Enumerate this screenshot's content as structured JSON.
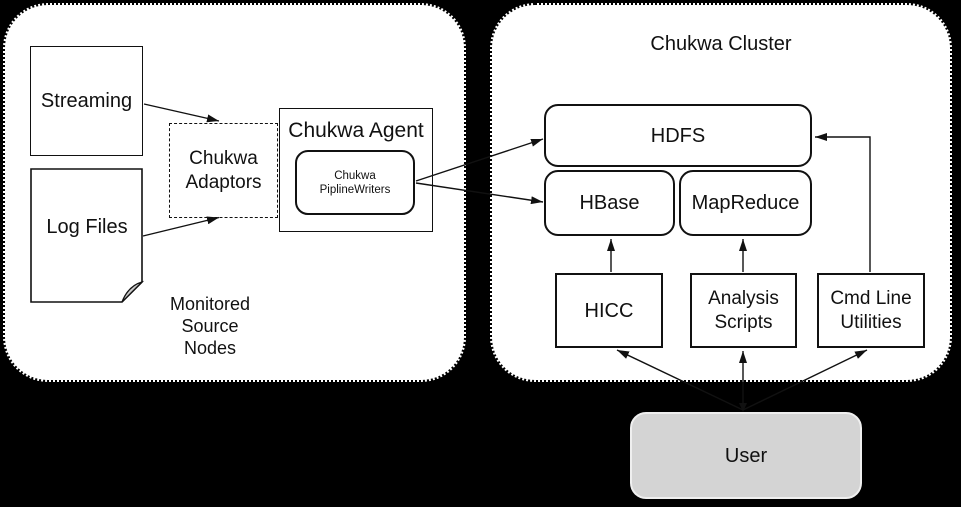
{
  "title": "Chukwa architecture diagram",
  "colors": {
    "background": "#000000",
    "container_fill": "#ffffff",
    "line": "#111111",
    "user_fill": "#d4d4d4",
    "user_border": "#efefef",
    "fold_fill": "#c9c9c9"
  },
  "left_container": {
    "caption": "Monitored\nSource\nNodes",
    "nodes": {
      "streaming": {
        "label": "Streaming"
      },
      "log_files": {
        "label": "Log Files"
      },
      "adaptors": {
        "label": "Chukwa\nAdaptors"
      },
      "agent": {
        "label": "Chukwa Agent"
      },
      "pipeline_writers": {
        "label": "Chukwa\nPiplineWriters"
      }
    }
  },
  "right_container": {
    "title": "Chukwa Cluster",
    "nodes": {
      "hdfs": {
        "label": "HDFS"
      },
      "hbase": {
        "label": "HBase"
      },
      "mapreduce": {
        "label": "MapReduce"
      },
      "hicc": {
        "label": "HICC"
      },
      "analysis_scripts": {
        "label": "Analysis\nScripts"
      },
      "cmdline_utilities": {
        "label": "Cmd Line\nUtilities"
      }
    }
  },
  "user": {
    "label": "User"
  },
  "edges": [
    {
      "from": "streaming",
      "to": "chukwa-adaptors",
      "arrow": "end"
    },
    {
      "from": "log-files",
      "to": "chukwa-adaptors",
      "arrow": "end"
    },
    {
      "from": "pipeline-writers",
      "to": "hdfs",
      "arrow": "end"
    },
    {
      "from": "pipeline-writers",
      "to": "hbase",
      "arrow": "end"
    },
    {
      "from": "hicc",
      "to": "hbase",
      "arrow": "end"
    },
    {
      "from": "analysis-scripts",
      "to": "mapreduce",
      "arrow": "end"
    },
    {
      "from": "cmdline-utilities",
      "to": "hdfs",
      "arrow": "end"
    },
    {
      "from": "user",
      "to": "hicc",
      "arrow": "end"
    },
    {
      "from": "user",
      "to": "analysis-scripts",
      "arrow": "both"
    },
    {
      "from": "user",
      "to": "cmdline-utilities",
      "arrow": "end"
    }
  ]
}
